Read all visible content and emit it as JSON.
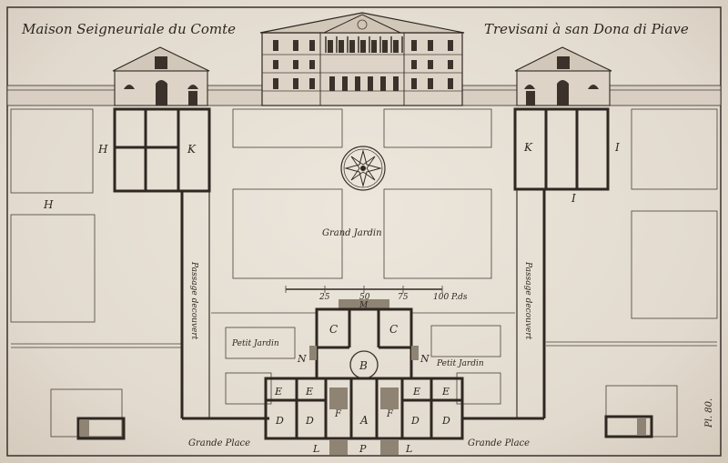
{
  "title_left": "Maison Seigneuriale du Comte",
  "title_right": "Trevisani à san Dona di Piave",
  "plate": "Pl. 80.",
  "areas": {
    "grand_jardin": "Grand Jardin",
    "petit_jardin_left": "Petit Jardin",
    "petit_jardin_right": "Petit Jardin",
    "passage_left": "Passage decouvert",
    "passage_right": "Passage decouvert",
    "grande_place_left": "Grande Place",
    "grande_place_right": "Grande Place"
  },
  "scale": {
    "ticks": [
      "25",
      "50",
      "75",
      "100 P.ds"
    ]
  },
  "letters": {
    "A": "A",
    "B": "B",
    "C": "C",
    "D": "D",
    "E": "E",
    "F": "F",
    "H": "H",
    "I": "I",
    "K": "K",
    "L": "L",
    "M": "M",
    "N": "N",
    "P": "P"
  }
}
